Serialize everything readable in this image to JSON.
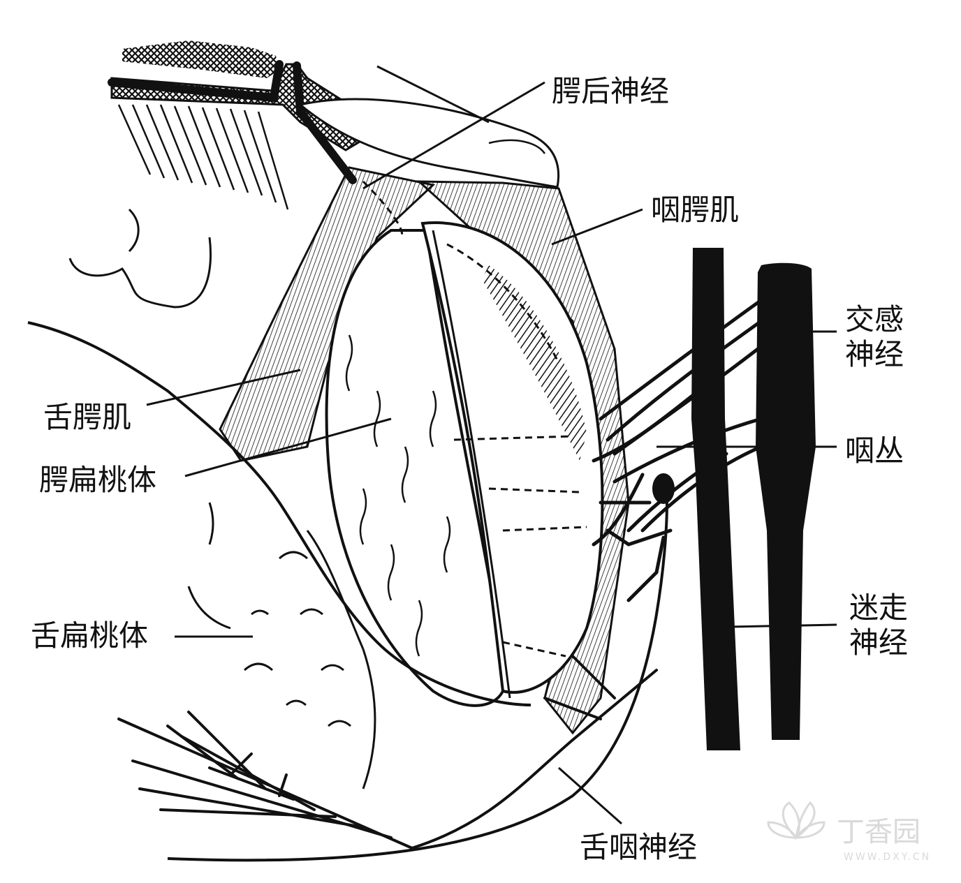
{
  "labels": {
    "posterior_palatine_nerve": "腭后神经",
    "palatopharyngeus": "咽腭肌",
    "sympathetic_line1": "交感",
    "sympathetic_line2": "神经",
    "pharyngeal_plexus": "咽丛",
    "vagus_line1": "迷走",
    "vagus_line2": "神经",
    "palatoglossus": "舌腭肌",
    "palatine_tonsil": "腭扁桃体",
    "lingual_tonsil": "舌扁桃体",
    "glossopharyngeal_nerve": "舌咽神经"
  },
  "watermark": {
    "brand": "丁香园",
    "url": "WWW.DXY.CN"
  },
  "colors": {
    "ink": "#111111",
    "background": "#ffffff",
    "watermark": "#d9d9d9"
  }
}
